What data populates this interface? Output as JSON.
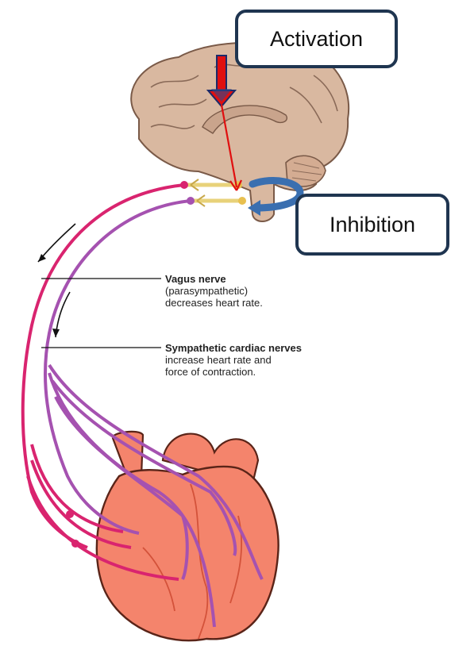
{
  "callouts": {
    "activation": "Activation",
    "inhibition": "Inhibition"
  },
  "labels": {
    "vagus": {
      "title": "Vagus nerve",
      "line1": "(parasympathetic)",
      "line2": "decreases heart rate."
    },
    "sympathetic": {
      "title": "Sympathetic cardiac nerves",
      "line1": "increase heart rate and",
      "line2": "force of contraction."
    }
  },
  "colors": {
    "brain": "#d9b8a0",
    "brain_outline": "#7a5a48",
    "heart": "#f4846c",
    "heart_outline": "#5a2418",
    "vagus_nerve": "#d9246f",
    "sympathetic_nerve": "#a552b0",
    "activation_arrow": "#e01010",
    "inhibition_arrow": "#3a6fb0",
    "callout_border": "#1f3550"
  }
}
